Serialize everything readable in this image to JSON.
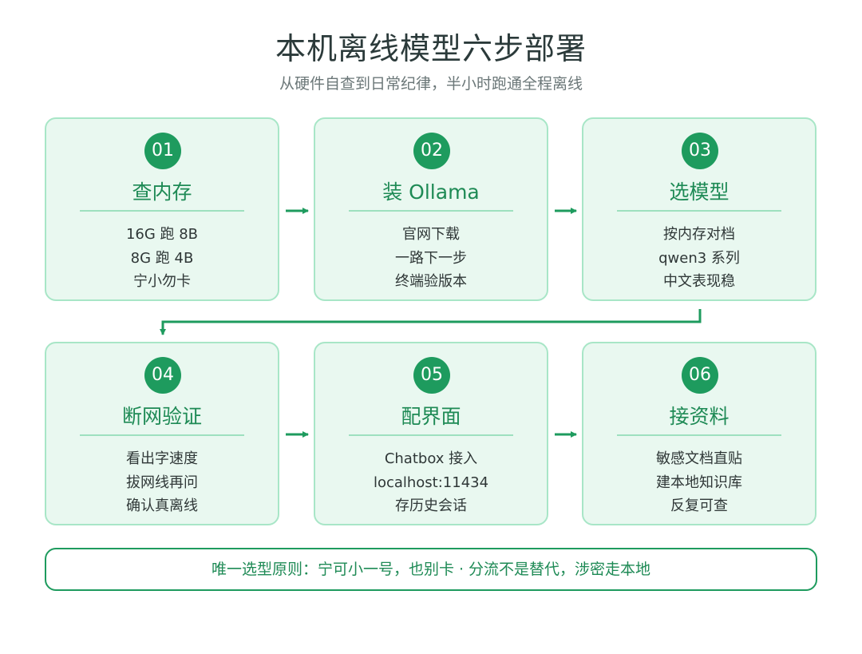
{
  "title": "本机离线模型六步部署",
  "subtitle": "从硬件自查到日常纪律，半小时跑通全程离线",
  "steps": [
    {
      "num": "01",
      "title": "查内存",
      "lines": [
        "16G 跑 8B",
        "8G 跑 4B",
        "宁小勿卡"
      ]
    },
    {
      "num": "02",
      "title": "装 Ollama",
      "lines": [
        "官网下载",
        "一路下一步",
        "终端验版本"
      ]
    },
    {
      "num": "03",
      "title": "选模型",
      "lines": [
        "按内存对档",
        "qwen3 系列",
        "中文表现稳"
      ]
    },
    {
      "num": "04",
      "title": "断网验证",
      "lines": [
        "看出字速度",
        "拔网线再问",
        "确认真离线"
      ]
    },
    {
      "num": "05",
      "title": "配界面",
      "lines": [
        "Chatbox 接入",
        "localhost:11434",
        "存历史会话"
      ]
    },
    {
      "num": "06",
      "title": "接资料",
      "lines": [
        "敏感文档直贴",
        "建本地知识库",
        "反复可查"
      ]
    }
  ],
  "principle": "唯一选型原则：宁可小一号，也别卡 · 分流不是替代，涉密走本地",
  "colors": {
    "accent": "#1e9b5e",
    "card_bg": "#e9f8f0",
    "card_border": "#a8e6c7"
  }
}
